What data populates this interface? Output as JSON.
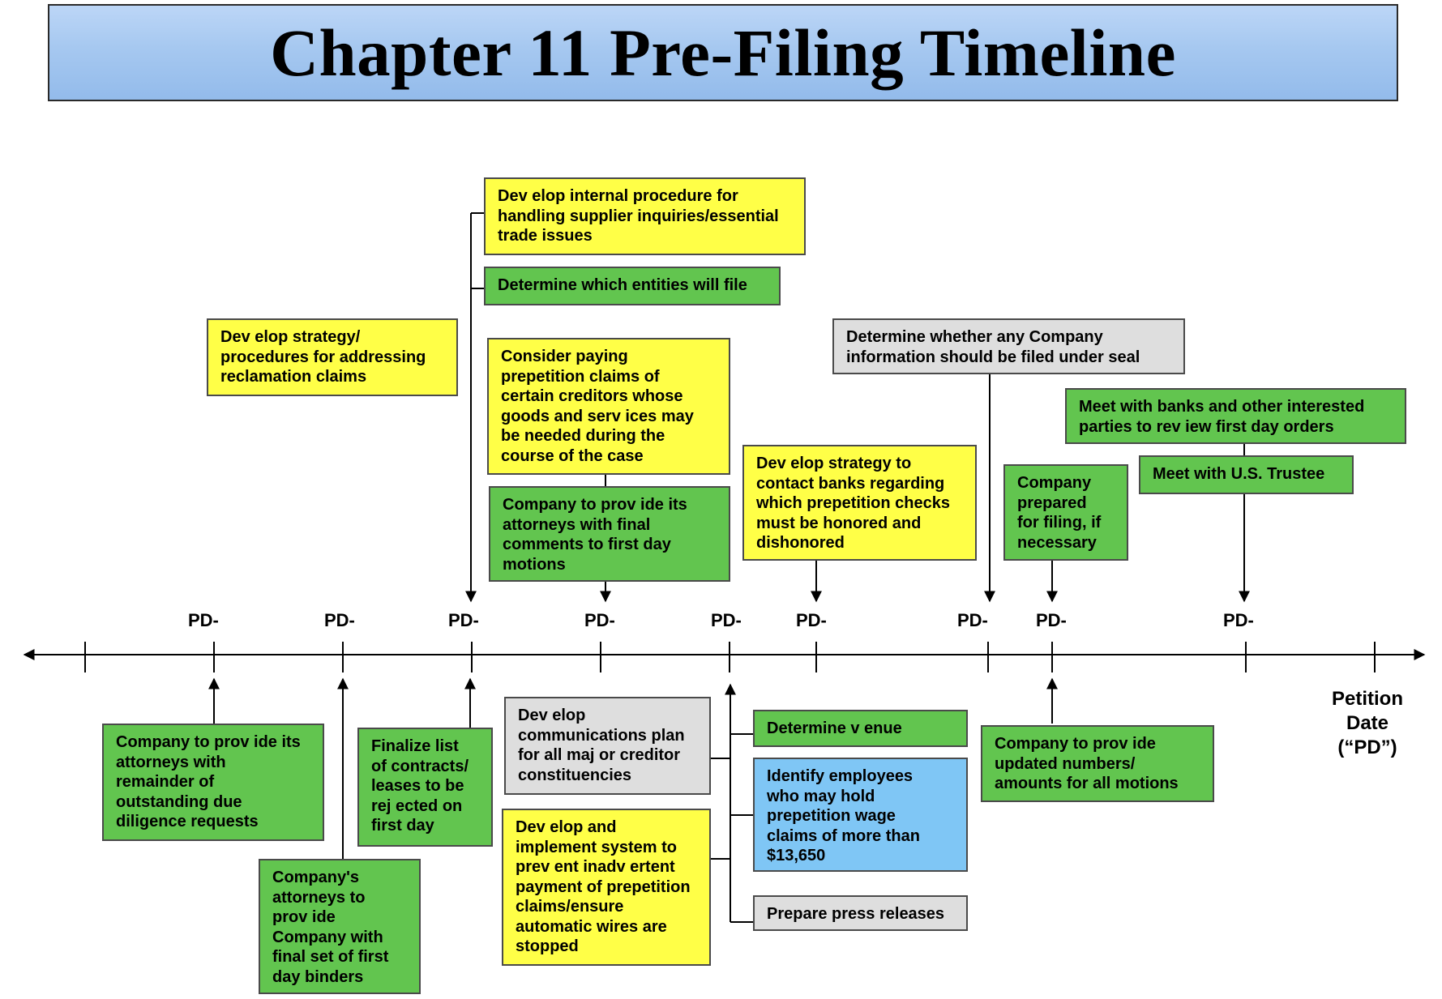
{
  "title": "Chapter 11 Pre-Filing Timeline",
  "axis": {
    "tick_label": "PD-",
    "end_label": "Petition\nDate\n(“PD”)"
  },
  "colors": {
    "yellow": "#ffff47",
    "green": "#62c54f",
    "gray": "#dedede",
    "blue": "#7fc6f5",
    "title_bar": "#a6c8f0"
  },
  "tasks": {
    "supplier_procedure": "Dev elop internal procedure for\nhandling supplier inquiries/essential\ntrade issues",
    "entities_file": "Determine which entities will file",
    "reclamation": "Dev elop strategy/\nprocedures for addressing\nreclamation claims",
    "consider_paying": "Consider paying\nprepetition claims of\ncertain creditors whose\ngoods and serv ices may\nbe needed during the\ncourse of the case",
    "final_comments": "Company to prov ide its\nattorneys with final\ncomments to first day\nmotions",
    "banks_checks": "Dev elop strategy to\ncontact banks regarding\nwhich prepetition checks\nmust be honored and\ndishonored",
    "under_seal": "Determine whether any Company\ninformation should be filed under seal",
    "meet_banks": "Meet with banks and other interested\nparties to rev iew first day orders",
    "us_trustee": "Meet with U.S. Trustee",
    "company_prepared": "Company\nprepared\nfor filing, if\nnecessary",
    "due_diligence": "Company to prov ide its\nattorneys with\nremainder of\noutstanding due\ndiligence requests",
    "binders": "Company's\nattorneys to\nprov ide\nCompany with\nfinal set of first\nday binders",
    "contracts": "Finalize list\nof contracts/\nleases to be\nrej ected on\nfirst day",
    "comms_plan": "Dev elop\ncommunications plan\nfor all maj or creditor\nconstituencies",
    "inadvertent": "Dev elop and\nimplement system to\nprev ent inadv ertent\npayment of prepetition\nclaims/ensure\nautomatic wires are\nstopped",
    "venue": "Determine v enue",
    "employees": "Identify employees\nwho may hold\nprepetition wage\nclaims of more than\n$13,650",
    "press": "Prepare press releases",
    "updated_numbers": "Company to prov ide\nupdated numbers/\namounts for all motions"
  }
}
